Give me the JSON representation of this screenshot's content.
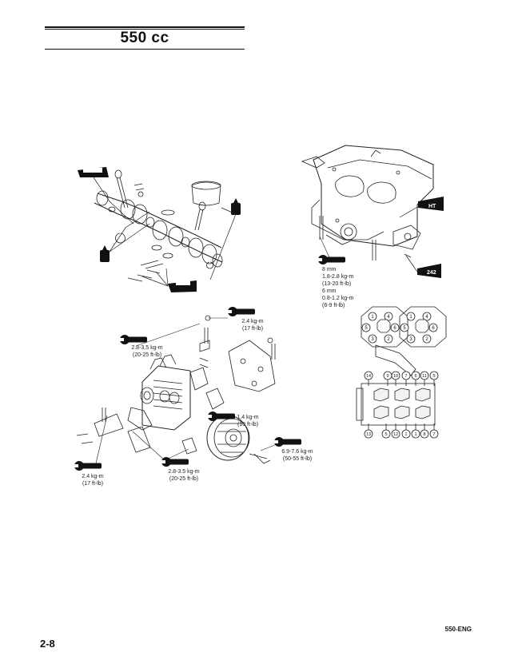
{
  "header": {
    "title": "550 cc"
  },
  "footer": {
    "page_code": "550-ENG",
    "page_number": "2-8"
  },
  "crankcase": {
    "badge_ht": "HT",
    "badge_242": "242",
    "specs": [
      "8 mm",
      "1.8-2.8 kg-m",
      "(13-20 ft-lb)",
      "6 mm",
      "0.8-1.2 kg-m",
      "(6-9 ft-lb)"
    ]
  },
  "torque": {
    "top_right": {
      "value": "2.4 kg-m",
      "imperial": "(17 ft-lb)"
    },
    "upper_left": {
      "value": "2.8-3.5 kg-m",
      "imperial": "(20-25 ft-lb)"
    },
    "center": {
      "value": "1.4 kg-m",
      "imperial": "(10 ft-lb)"
    },
    "right": {
      "value": "6.9-7.6 kg-m",
      "imperial": "(50-55 ft-lb)"
    },
    "bottom_left": {
      "value": "2.4 kg-m",
      "imperial": "(17 ft-lb)"
    },
    "bottom_center": {
      "value": "2.8-3.5 kg-m",
      "imperial": "(20-25 ft-lb)"
    }
  },
  "sequence": {
    "head_numbers": [
      "1",
      "2",
      "3",
      "4",
      "5",
      "6"
    ],
    "top_row": [
      "14",
      "9",
      "10",
      "7",
      "6",
      "11",
      "5"
    ],
    "bottom_row": [
      "13",
      "5",
      "12",
      "1",
      "1",
      "8",
      "7"
    ]
  }
}
